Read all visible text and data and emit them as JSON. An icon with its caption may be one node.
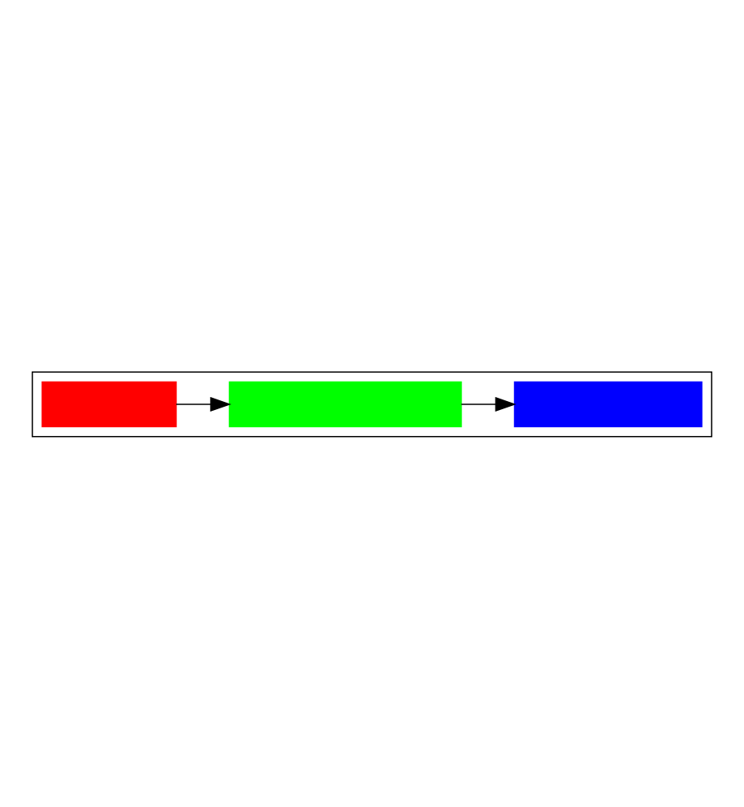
{
  "diagram": {
    "nodes": [
      {
        "text": [],
        "shape": "box"
      },
      {
        "text": [],
        "shape": "box",
        "in": 0
      },
      {
        "text": [],
        "shape": "box",
        "in": 0
      },
      {
        "text": [],
        "shape": "box",
        "in": 0
      }
    ],
    "edges": [
      {
        "from": 1,
        "to": 2,
        "arrow": "to"
      },
      {
        "from": 2,
        "to": 3,
        "arrow": "to"
      }
    ]
  }
}
